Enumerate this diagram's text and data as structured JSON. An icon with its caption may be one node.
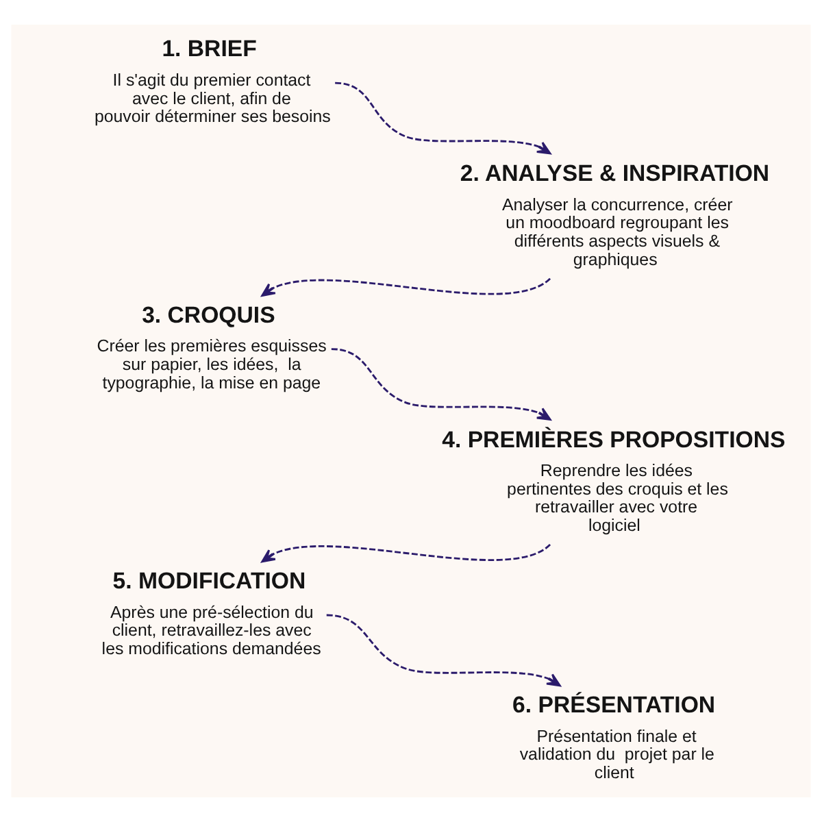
{
  "diagram": {
    "nodes": [
      {
        "text": [
          "1. BRIEF",
          "Il s'agit du premier contact avec le client, afin de pouvoir déterminer ses besoins"
        ]
      },
      {
        "text": [
          "2. ANALYSE & INSPIRATION",
          "Analyser la concurrence, créer un moodboard regroupant les différents aspects visuels & graphiques"
        ]
      },
      {
        "text": [
          "3. CROQUIS",
          "Créer les premières esquisses sur papier, les idées,  la typographie, la mise en page"
        ]
      },
      {
        "text": [
          "4. PREMIÈRES PROPOSITIONS",
          "Reprendre les idées pertinentes des croquis et les retravailler avec votre logiciel"
        ]
      },
      {
        "text": [
          "5. MODIFICATION",
          "Après une pré-sélection du client, retravaillez-les avec les modifications demandées"
        ]
      },
      {
        "text": [
          "6. PRÉSENTATION",
          "Présentation finale et validation du  projet par le client"
        ]
      }
    ],
    "edges": [
      {
        "from": 0,
        "to": 1,
        "arrow": "to",
        "style": "dashed"
      },
      {
        "from": 1,
        "to": 2,
        "arrow": "to",
        "style": "dashed"
      },
      {
        "from": 2,
        "to": 3,
        "arrow": "to",
        "style": "dashed"
      },
      {
        "from": 3,
        "to": 4,
        "arrow": "to",
        "style": "dashed"
      },
      {
        "from": 4,
        "to": 5,
        "arrow": "to",
        "style": "dashed"
      }
    ]
  }
}
